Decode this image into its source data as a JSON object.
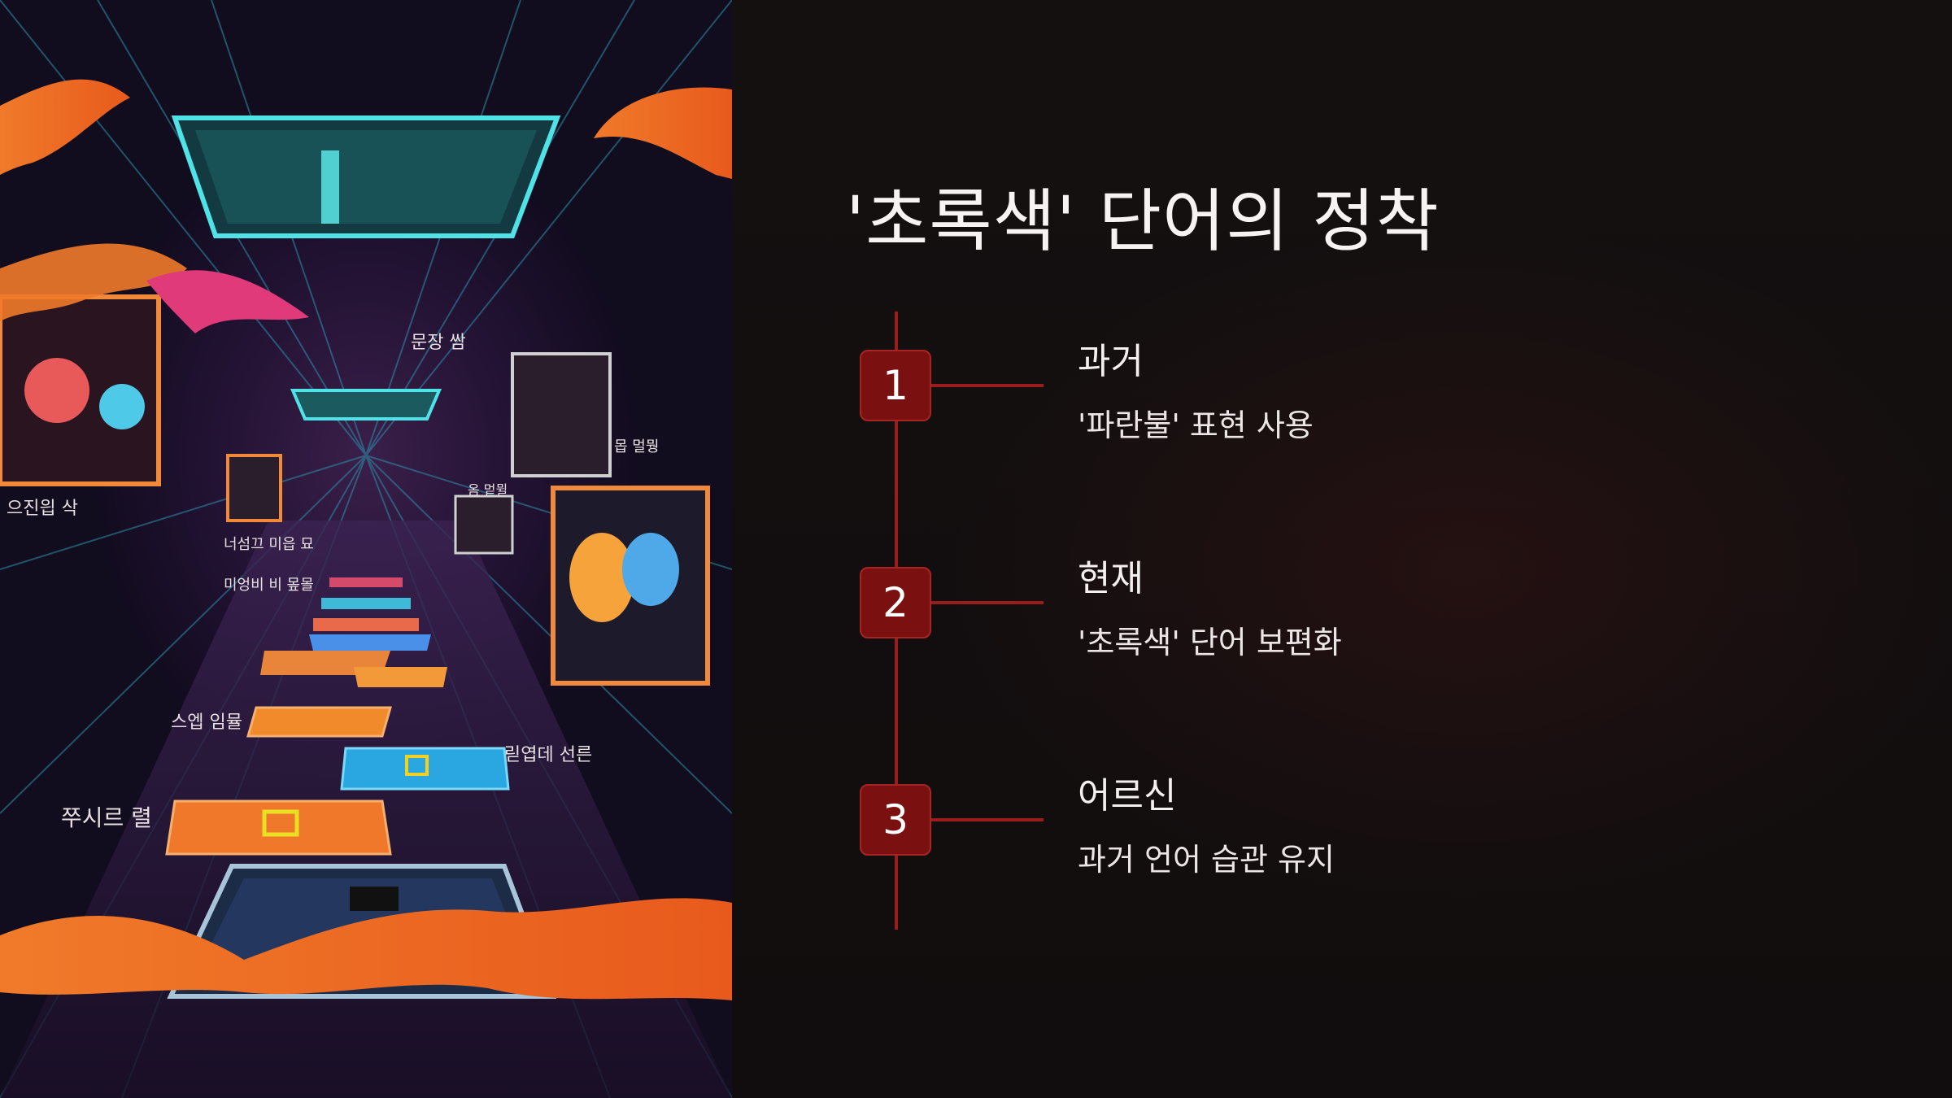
{
  "slide": {
    "title": "'초록색' 단어의 정착",
    "accent_color": "#9b1c1c",
    "badge_color": "#7a1010",
    "background_color": "#120e0f"
  },
  "illustration": {
    "icon": "cyber-corridor-illustration",
    "labels": [
      "문장 쌈",
      "으진읩 삭",
      "너섬끄 미읍 묘",
      "미엉비 비 뫂몰",
      "스엡 임뮬",
      "릳엽데 선른",
      "쭈시르 렬",
      "몹 멀뭥",
      "옴 멑뮐"
    ]
  },
  "timeline": {
    "steps": [
      {
        "number": "1",
        "heading": "과거",
        "description": "'파란불' 표현 사용"
      },
      {
        "number": "2",
        "heading": "현재",
        "description": "'초록색' 단어 보편화"
      },
      {
        "number": "3",
        "heading": "어르신",
        "description": "과거 언어 습관 유지"
      }
    ]
  }
}
